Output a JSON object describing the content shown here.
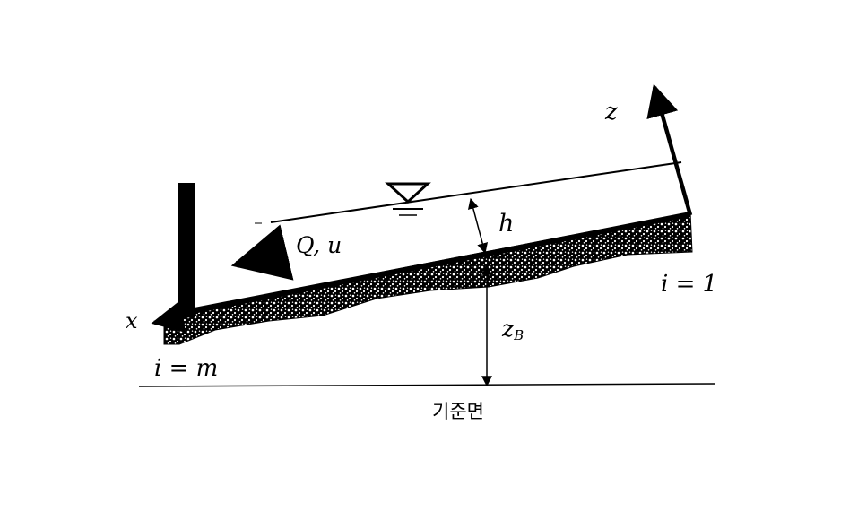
{
  "labels": {
    "z_axis": "z",
    "x_axis": "x",
    "flow": "Q, u",
    "depth": "h",
    "bed_elevation_main": "z",
    "bed_elevation_sub": "B",
    "node_first": "i = 1",
    "node_last": "i = m",
    "datum": "기준면"
  },
  "symbols": {
    "water_surface": "water-surface-triangle-icon"
  },
  "colors": {
    "ink": "#000000",
    "background": "#ffffff"
  }
}
